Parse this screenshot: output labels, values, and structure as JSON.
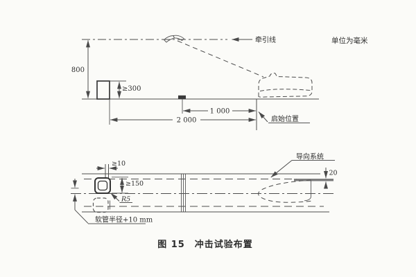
{
  "colors": {
    "background": "#fbfbf8",
    "line": "#4c4c4c",
    "text": "#2d2d2d",
    "rail_band": "#7a7a7a"
  },
  "unit_note": "单位为毫米",
  "caption": "图 15　冲击试验布置",
  "side_view": {
    "traction_label": "牵引线",
    "dim_height": "800",
    "dim_block": "≥300",
    "dim_1000": "1 000",
    "dim_2000": "2 000",
    "start_label": "启始位置"
  },
  "plan_view": {
    "guide_label": "导向系统",
    "dim_rail": "20",
    "dim_gap": "≥10",
    "dim_tube": "≥150",
    "radius_label": "R5",
    "hose_label": "软管半径+10 mm"
  }
}
